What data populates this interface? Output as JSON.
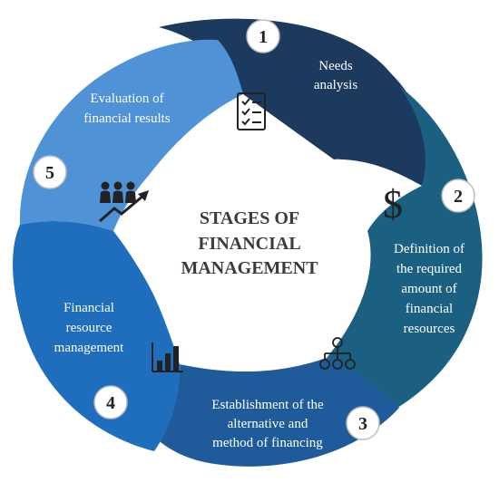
{
  "title": {
    "line1": "STAGES OF",
    "line2": "FINANCIAL",
    "line3": "MANAGEMENT"
  },
  "stages": [
    {
      "number": "1",
      "lines": [
        "Needs",
        "analysis"
      ],
      "icon": "checklist-icon",
      "color": "#1c3a5e"
    },
    {
      "number": "2",
      "lines": [
        "Definition of",
        "the required",
        "amount of",
        "financial",
        "resources"
      ],
      "icon": "dollar-icon",
      "color": "#1b6080"
    },
    {
      "number": "3",
      "lines": [
        "Establishment of the",
        "alternative and",
        "method of financing"
      ],
      "icon": "org-chart-icon",
      "color": "#1f5b9a"
    },
    {
      "number": "4",
      "lines": [
        "Financial",
        "resource",
        "management"
      ],
      "icon": "bar-chart-icon",
      "color": "#1f6ebd"
    },
    {
      "number": "5",
      "lines": [
        "Evaluation of",
        "financial results"
      ],
      "icon": "team-growth-icon",
      "color": "#4f92d6"
    }
  ]
}
